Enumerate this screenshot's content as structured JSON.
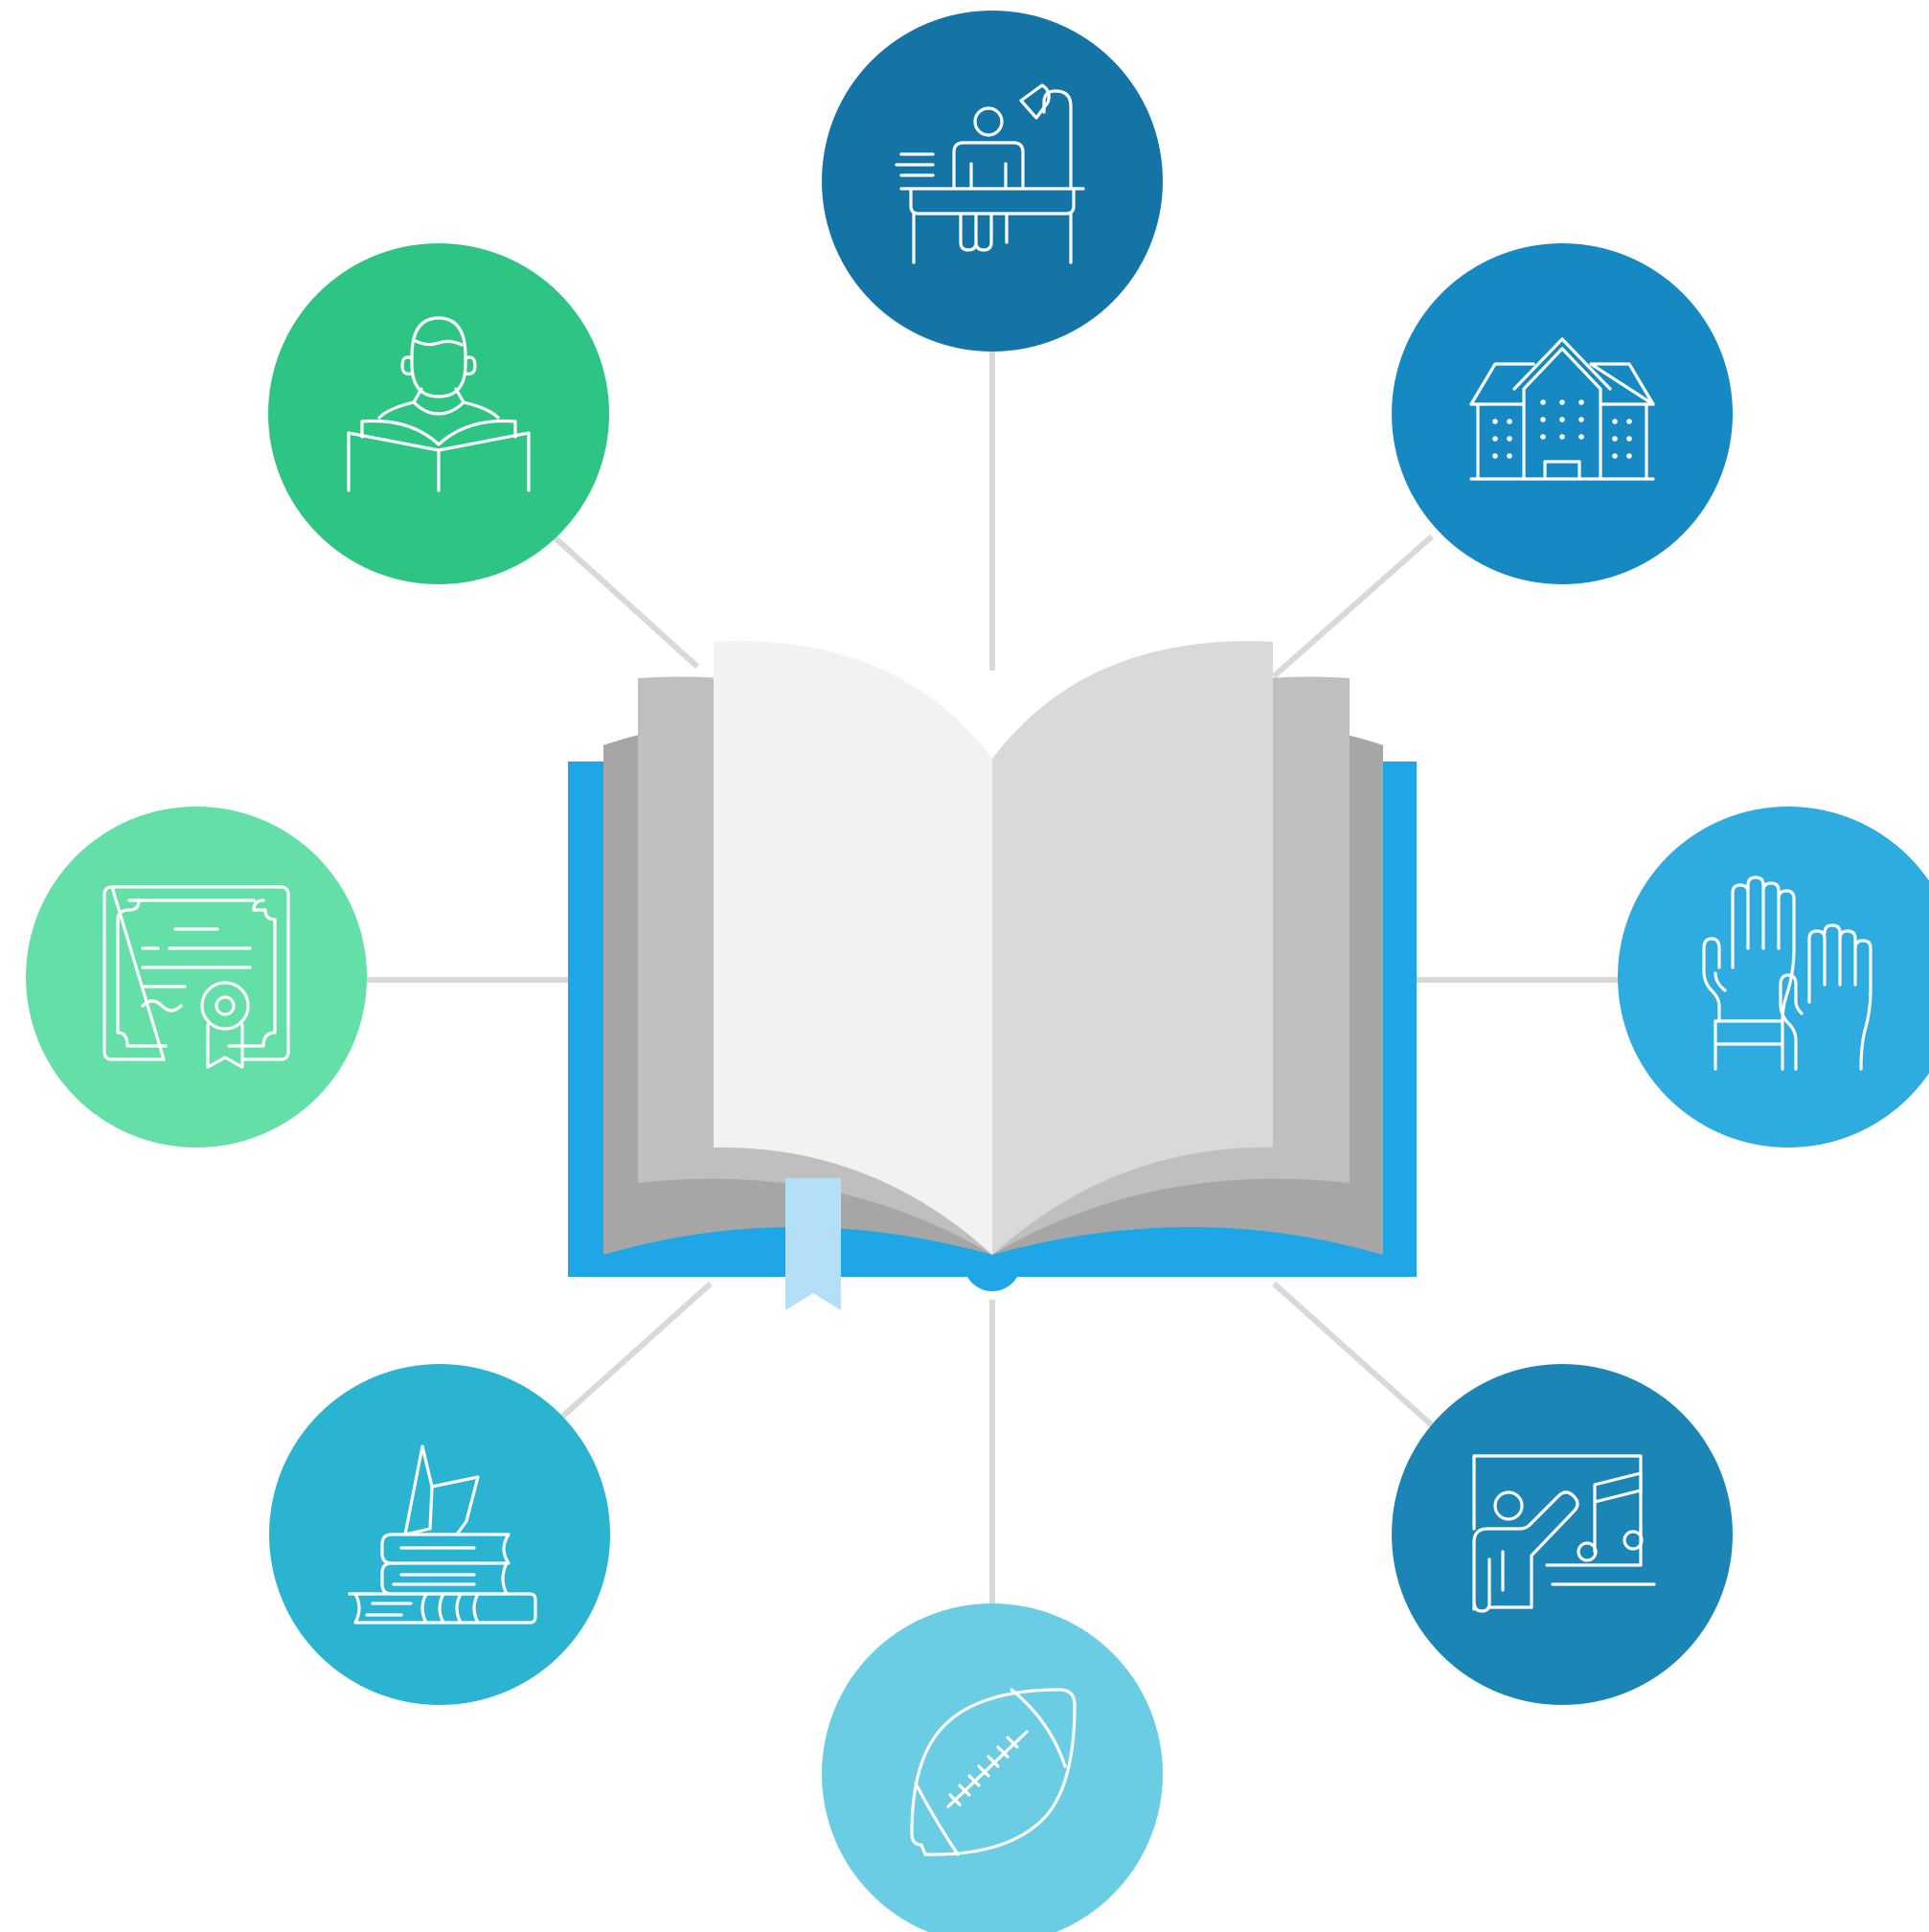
{
  "colors": {
    "background": "#ffffff",
    "connector": "#d9d9d9",
    "book_cover": "#1fa6e6",
    "book_back_pages": "#a6a6a6",
    "book_mid_pages": "#bfbfbf",
    "book_left_page": "#f2f2f2",
    "book_right_page": "#d9d9d9",
    "bookmark": "#b3e0f7"
  },
  "center": {
    "icon": "open-book-icon"
  },
  "nodes": [
    {
      "id": "student-at-desk",
      "icon": "student-at-desk-icon",
      "color": "#1474a5"
    },
    {
      "id": "school-building",
      "icon": "school-building-icon",
      "color": "#1689c2"
    },
    {
      "id": "raised-hands",
      "icon": "raised-hands-icon",
      "color": "#2eabdf"
    },
    {
      "id": "music-teacher",
      "icon": "music-teacher-icon",
      "color": "#1b86b5"
    },
    {
      "id": "football",
      "icon": "football-icon",
      "color": "#6bcde3"
    },
    {
      "id": "book-stack",
      "icon": "book-stack-icon",
      "color": "#2ab4d1"
    },
    {
      "id": "certificate",
      "icon": "certificate-icon",
      "color": "#63dfa7"
    },
    {
      "id": "reader",
      "icon": "reader-icon",
      "color": "#2ec584"
    }
  ]
}
